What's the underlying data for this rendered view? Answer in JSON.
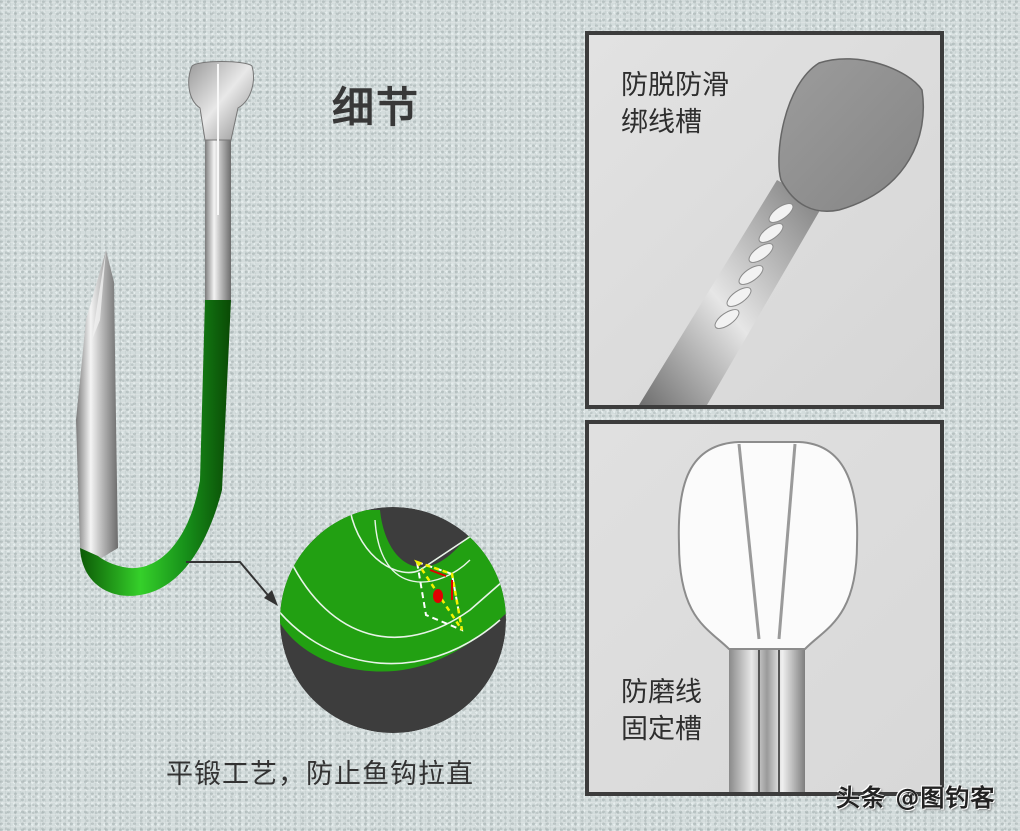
{
  "title": "细节",
  "detail_caption": "平锻工艺，防止鱼钩拉直",
  "panels": [
    {
      "lines": [
        "防脱防滑",
        "绑线槽"
      ]
    },
    {
      "lines": [
        "防磨线",
        "固定槽"
      ]
    }
  ],
  "watermark": "头条 @图钓客",
  "colors": {
    "background": "#d3dcdc",
    "hook_green": "#1fa010",
    "hook_silver": "#c8c8c8",
    "detail_dark": "#3d3d3d",
    "panel_border": "#3c3c3c",
    "annotation_yellow": "#f2f200",
    "annotation_red": "#e00000"
  }
}
